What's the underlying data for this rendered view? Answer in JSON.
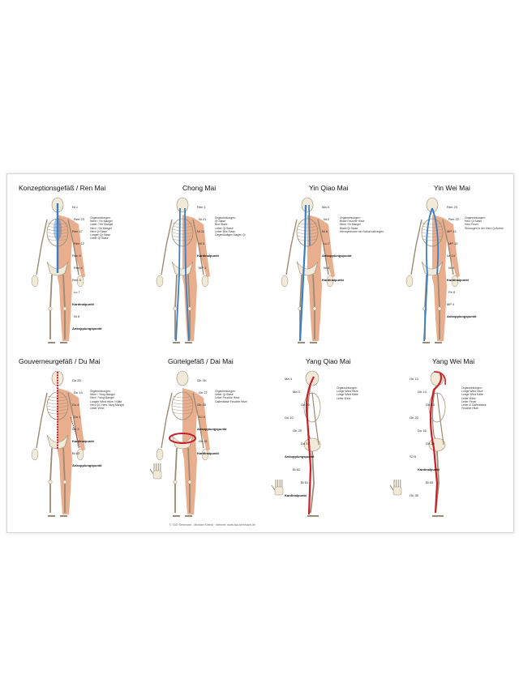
{
  "poster": {
    "panels": [
      {
        "title": "Konzeptionsgefäß / Ren Mai",
        "points": [
          "Ni 1",
          "Ren 23",
          "Ren 17",
          "Ren 12",
          "Ren 6",
          "Ren 4",
          "Ren 3",
          "Lu 7",
          "Kardinalpunkt",
          "Ni 6",
          "Ankopplungspunkt"
        ],
        "notes": [
          "Organwirkungen:",
          "Niere / Yin Mangel",
          "Leber / Yin Mangel",
          "Herz / Yin Mangel",
          "Herz Qi Stase",
          "Lungen Qi Stase",
          "Leber Qi Stase"
        ]
      },
      {
        "title": "Chong Mai",
        "points": [
          "Ren 1",
          "Ni 21",
          "Ni 11",
          "Ni 3",
          "Kardinalpunkt",
          "MP 4"
        ],
        "notes": [
          "Organwirkungen:",
          "Qi Stase",
          "Blut Stase",
          "Leber Qi Stase",
          "Leber Blut Stase",
          "Gegenläufiges Magen Qi"
        ]
      },
      {
        "title": "Yin Qiao Mai",
        "points": [
          "Ma 9",
          "Ni 2",
          "Ni 6",
          "Lu 7",
          "Ankopplungspunkt",
          "Ni 6",
          "Kardinalpunkt"
        ],
        "notes": [
          "Organwirkungen:",
          "Blase Feuchte Hitze",
          "Niere Yin Mangel",
          "Blase Qi Stase",
          "Herzsyndrome bei Schlaf-störungen"
        ]
      },
      {
        "title": "Yin Wei Mai",
        "points": [
          "Ren 23",
          "Ren 22",
          "MP 13",
          "MP 15",
          "Le 14",
          "Ni 9",
          "Kardinalpunkt",
          "Pe 6",
          "MP 4",
          "Ankopplungspunkt"
        ],
        "notes": [
          "Organwirkungen:",
          "Herz Qi Stase",
          "Herz Feuer",
          "Störungen in der Herz Qi Achse"
        ]
      },
      {
        "title": "Gouverneurgefäß / Du Mai",
        "points": [
          "Du 20",
          "Du 14",
          "Du 4",
          "Du 1",
          "Dü 3",
          "Kardinalpunkt",
          "Bl 62",
          "Ankopplungspunkt"
        ],
        "notes": [
          "Organwirkungen:",
          "Niere / Yang Mangel",
          "Herz / Yang Mangel",
          "Lungen Wind Hitze / Kälte",
          "Herz Qi / Herz Yang Mangel",
          "Leber Wind"
        ]
      },
      {
        "title": "Gürtelgefäß / Dai Mai",
        "points": [
          "Gb 26",
          "Gb 27",
          "Gb 28",
          "SJ 5",
          "Ankopplungspunkt",
          "Gb 41",
          "Kardinalpunkt"
        ],
        "notes": [
          "Organwirkungen:",
          "Leber Qi Stase",
          "Leber Feuchte Hitze",
          "Gallenblase Feuchte Hitze"
        ]
      },
      {
        "title": "Yang Qiao Mai",
        "points": [
          "Ma 4",
          "Ma 3",
          "Gb 20",
          "Dü 10",
          "Gb 29",
          "Dü 3",
          "Ankopplungspunkt",
          "Bl 62",
          "Bl 61",
          "Kardinalpunkt"
        ],
        "notes": [
          "Organwirkungen:",
          "Lunge Wind Hitze",
          "Lunge Wind Kälte",
          "Leber Wind"
        ]
      },
      {
        "title": "Yang Wei Mai",
        "points": [
          "Gb 13",
          "Gb 14",
          "Gb 15",
          "Gb 20",
          "Du 16",
          "Gb 29",
          "SJ 5",
          "Kardinalpunkt",
          "Bl 63",
          "Gb 35"
        ],
        "notes": [
          "Organwirkungen:",
          "Lunge Wind Hitze",
          "Lunge Wind Kälte",
          "Leber Wind",
          "Leber Feuer",
          "Leber & Gallenblase",
          "Feuchte Hitze"
        ]
      }
    ],
    "footer": "© TAO Seminare - Michael Kirfeld · Internet: www.tao-seminare.de",
    "colors": {
      "ren": "#3a7fc4",
      "yang": "#c8202a",
      "bone": "#f2ead8",
      "muscle": "#e5a07a"
    }
  }
}
